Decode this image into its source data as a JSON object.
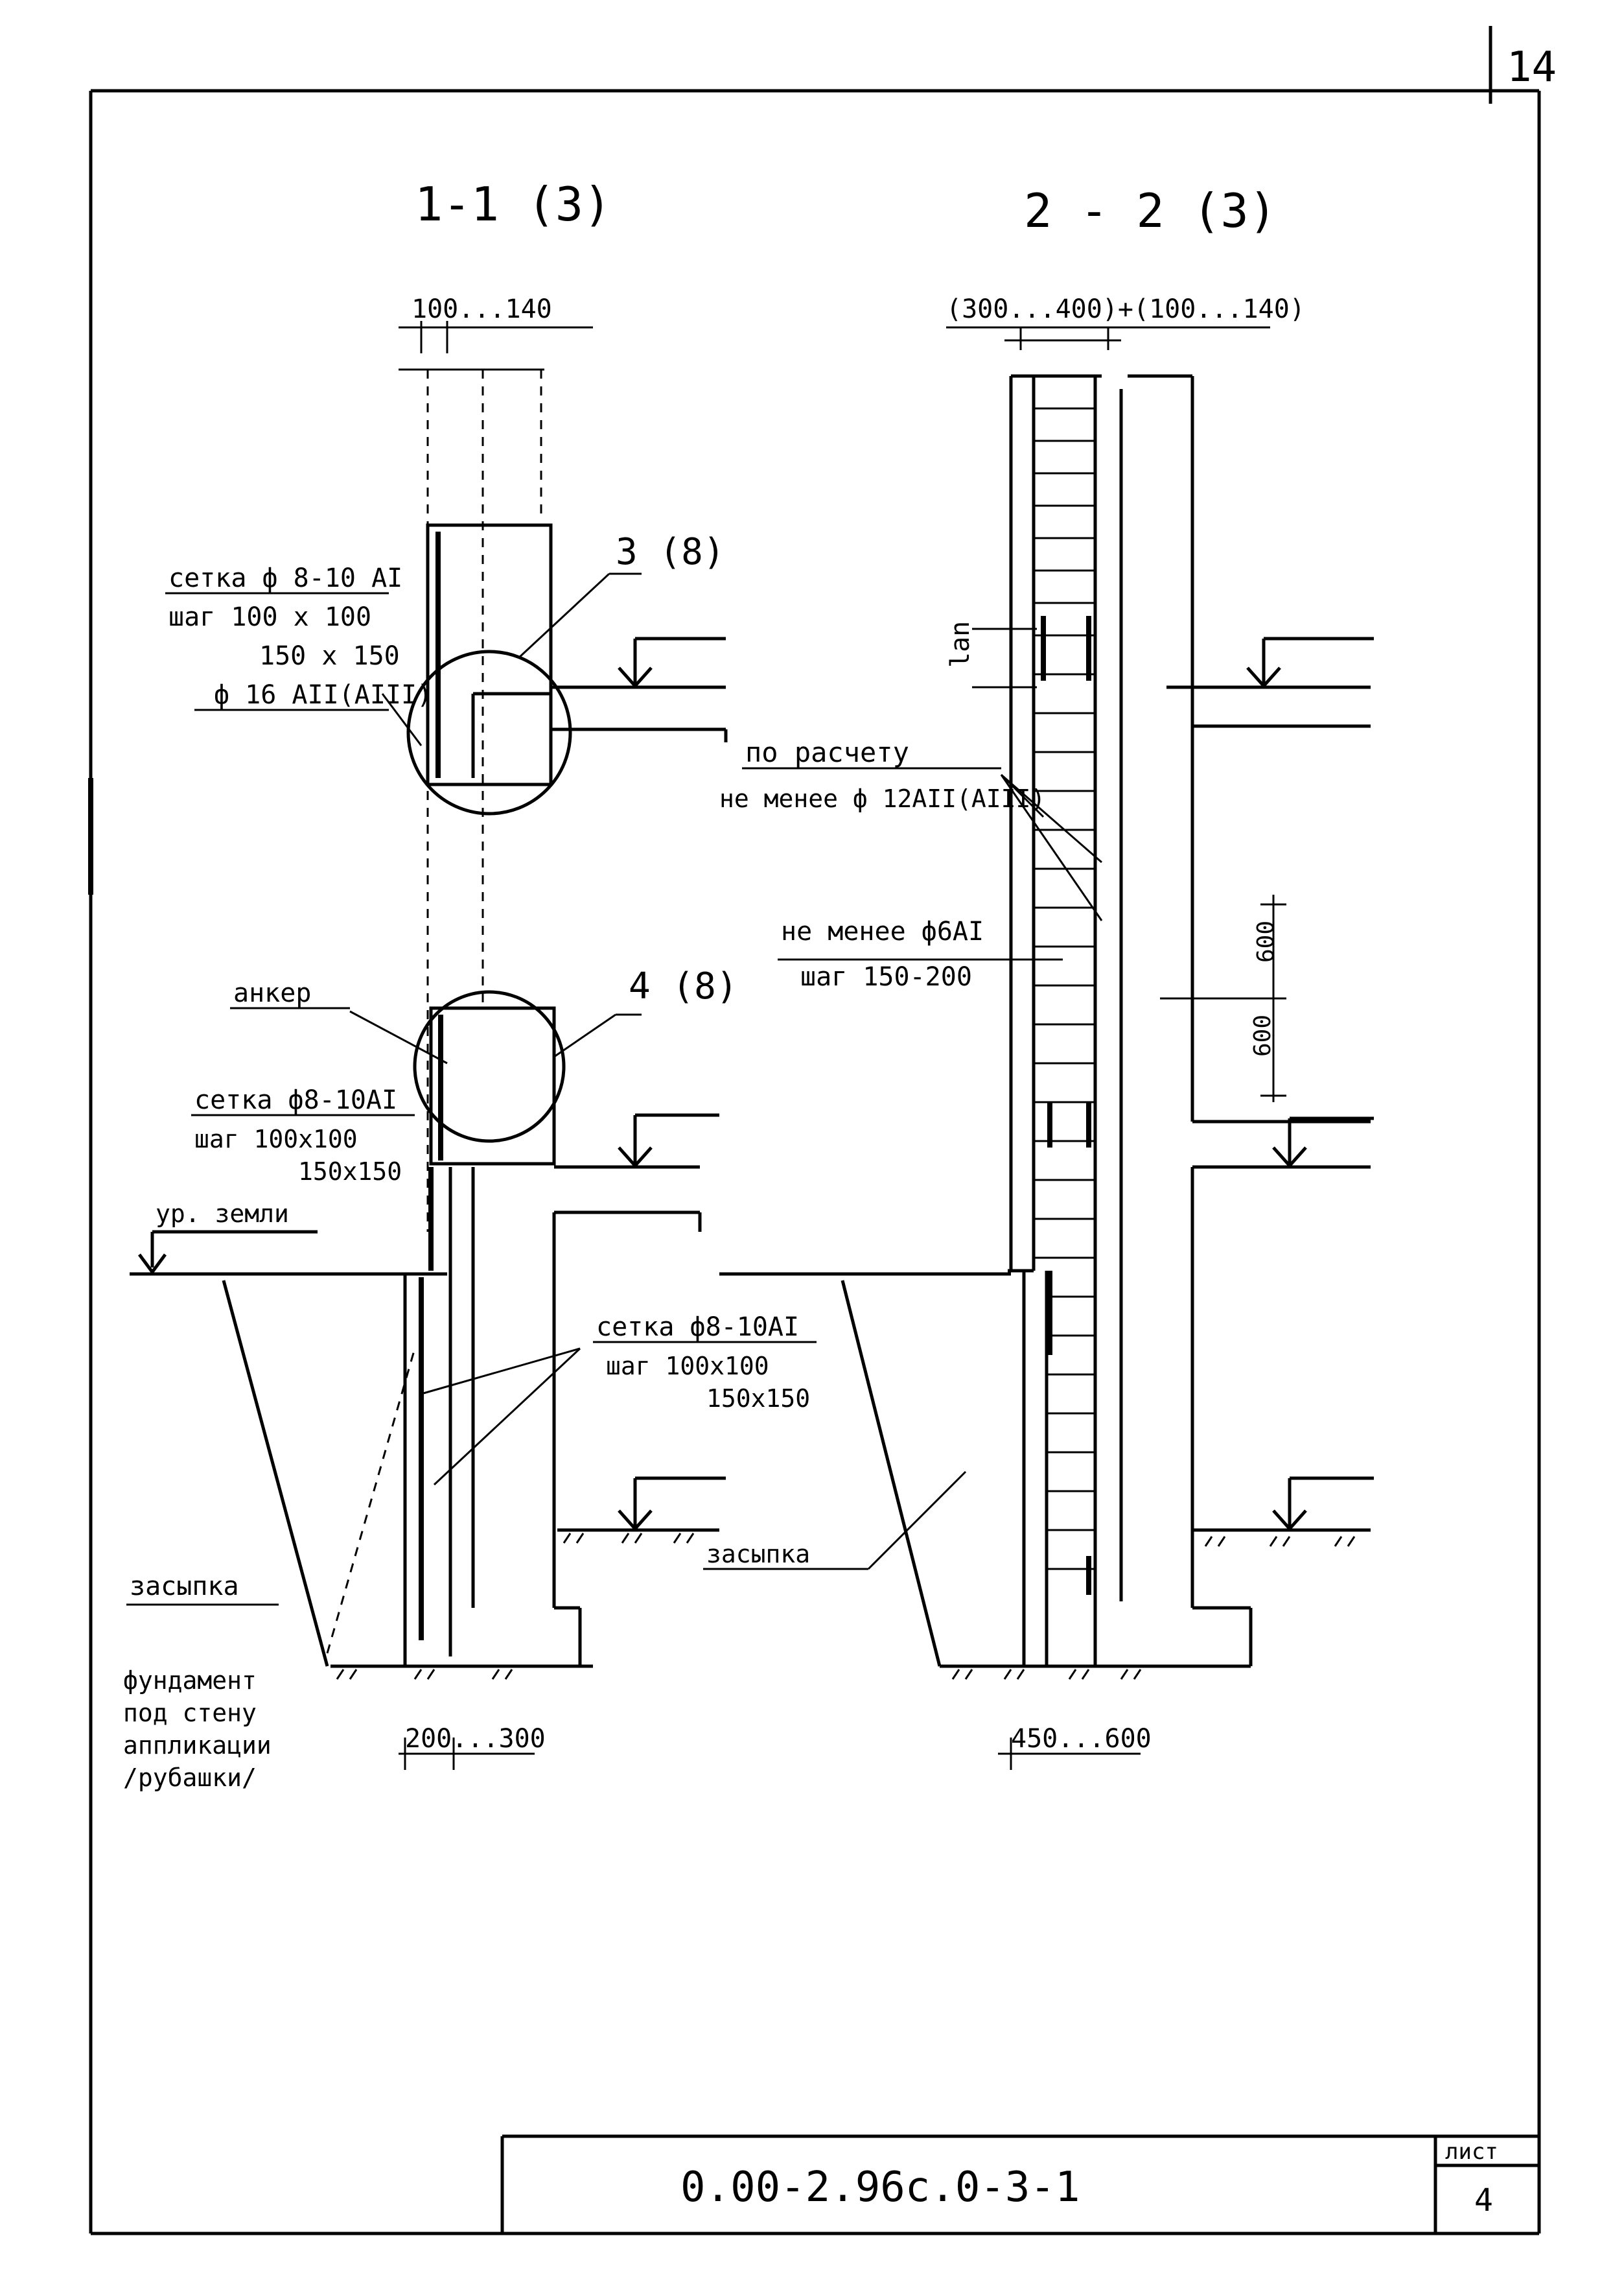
{
  "sheet_number_corner": "14",
  "sections": {
    "left_title": "1-1 (3)",
    "right_title": "2 - 2 (3)"
  },
  "left_section": {
    "top_dimension": "100...140",
    "callout_3": "3 (8)",
    "callout_4": "4 (8)",
    "mesh_note_1": [
      "сетка ф 8-10 AI",
      "шаг 100 x 100",
      "150 x 150",
      "ф 16 AII(AIII)"
    ],
    "anchor_label": "анкер",
    "mesh_note_2": [
      "сетка ф8-10AI",
      "шаг 100x100",
      "150x150"
    ],
    "ground_level": "ур. земли",
    "mesh_note_3": [
      "сетка ф8-10AI",
      "шаг 100x100",
      "150x150"
    ],
    "backfill": "засыпка",
    "foundation_note": [
      "фундамент",
      "под стену",
      "аппликации",
      "/рубашки/"
    ],
    "bottom_dimension": "200...300"
  },
  "right_section": {
    "top_dimension": "(300...400)+(100...140)",
    "lap_label": "lan",
    "calc_note": [
      "по расчету",
      "не менее ф 12AII(AIII)"
    ],
    "stirrup_note": [
      "не менее ф6AI",
      "шаг 150-200"
    ],
    "dim_600_upper": "600",
    "dim_600_lower": "600",
    "backfill": "засыпка",
    "bottom_dimension": "450...600"
  },
  "title_block": {
    "code": "0.00-2.96с.0-3-1",
    "sheet_label": "лист",
    "sheet_value": "4"
  }
}
